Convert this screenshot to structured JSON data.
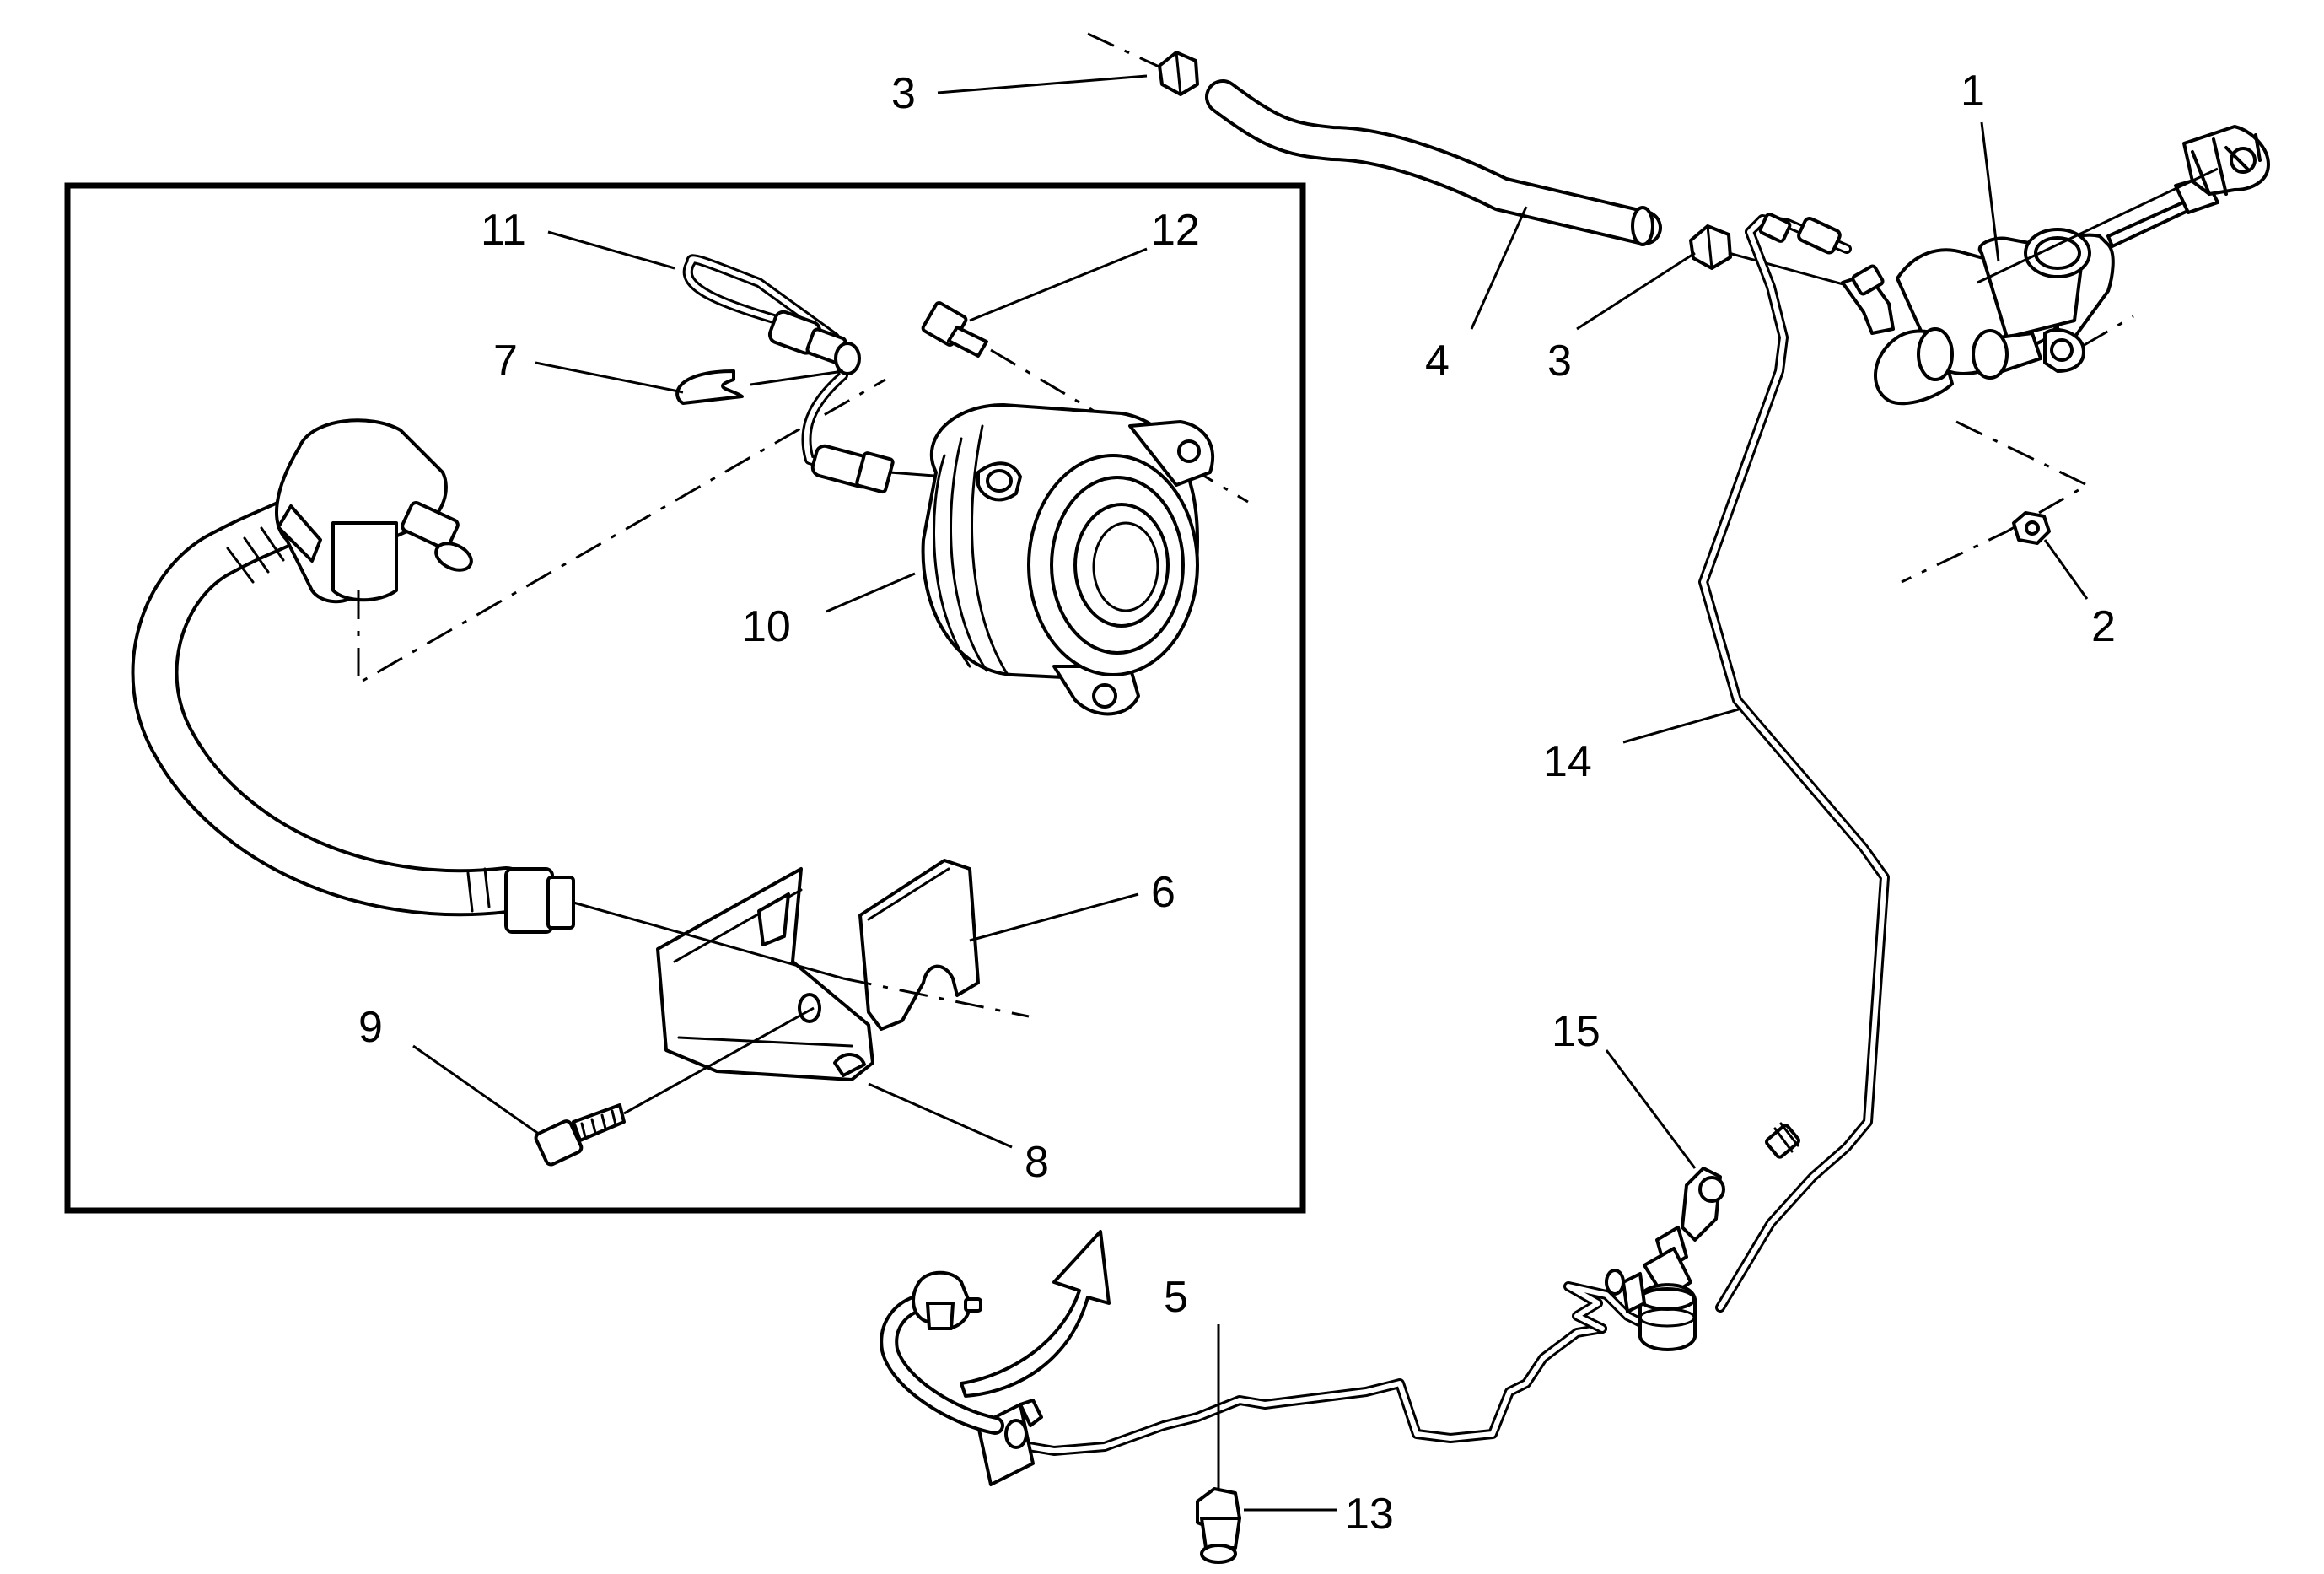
{
  "callouts": {
    "c1": "1",
    "c2": "2",
    "c3a": "3",
    "c3b": "3",
    "c4": "4",
    "c5": "5",
    "c6": "6",
    "c7": "7",
    "c8": "8",
    "c9": "9",
    "c10": "10",
    "c11": "11",
    "c12": "12",
    "c13": "13",
    "c14": "14",
    "c15": "15"
  }
}
